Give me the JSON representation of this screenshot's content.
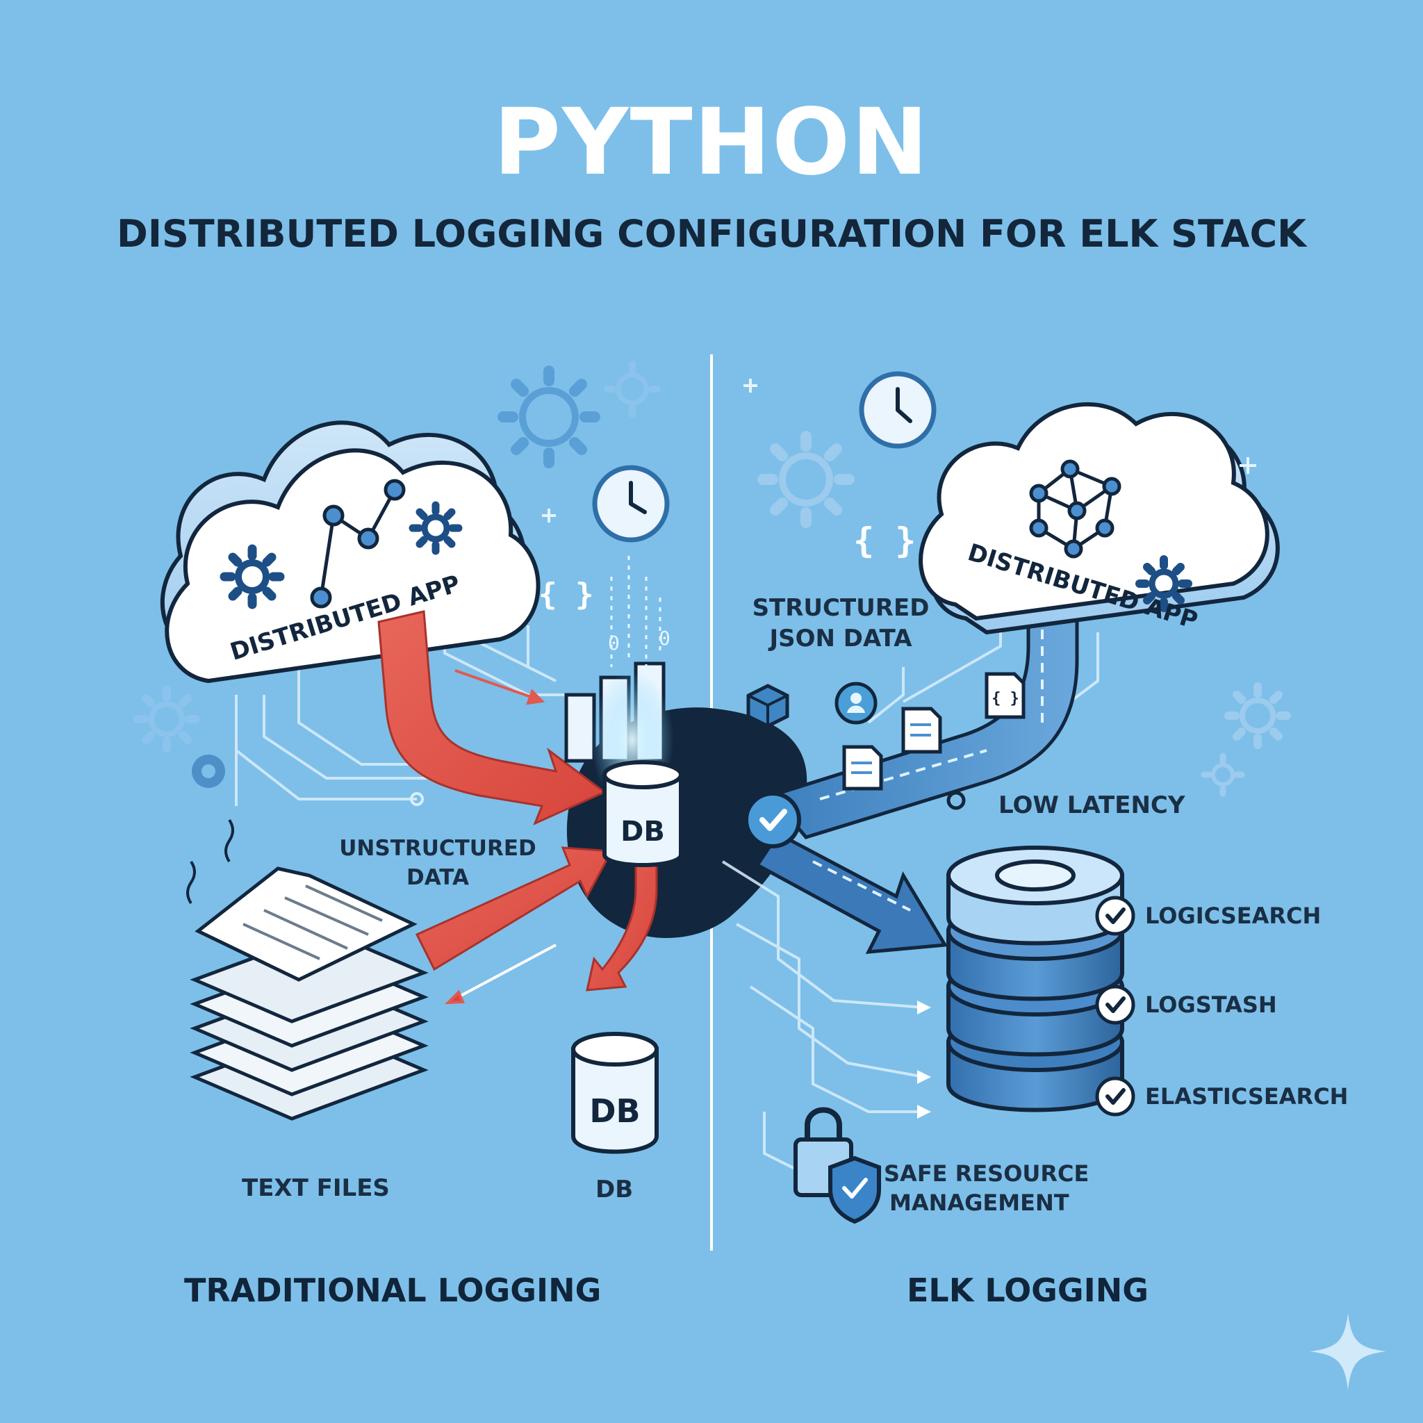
{
  "header": {
    "title": "PYTHON",
    "subtitle": "DISTRIBUTED LOGGING CONFIGURATION FOR ELK STACK"
  },
  "left": {
    "cloud_label": "DISTRIBUTED APP",
    "db_center_label": "DB",
    "db_bottom_label": "DB",
    "unstructured_label_line1": "UNSTRUCTURED",
    "unstructured_label_line2": "DATA",
    "text_files_label": "TEXT FILES",
    "db_caption": "DB",
    "binary_digits": [
      "0",
      "0"
    ],
    "braces": "{ }",
    "section_label": "TRADITIONAL LOGGING"
  },
  "right": {
    "cloud_label": "DISTRIBUTED APP",
    "structured_label_line1": "STRUCTURED",
    "structured_label_line2": "JSON DATA",
    "low_latency_label": "LOW LATENCY",
    "stack_items": [
      "LOGICSEARCH",
      "LOGSTASH",
      "ELASTICSEARCH"
    ],
    "safe_label_line1": "SAFE RESOURCE",
    "safe_label_line2": "MANAGEMENT",
    "braces": "{ }",
    "doc_braces": "{ }",
    "section_label": "ELK LOGGING"
  },
  "colors": {
    "background": "#7dbfe9",
    "accent_red": "#e05a4f",
    "accent_blue": "#2f6fa8",
    "dark_navy": "#12263d",
    "white": "#ffffff"
  },
  "icons": [
    "gear-icon",
    "clock-icon",
    "cloud-icon",
    "database-icon",
    "document-icon",
    "check-icon",
    "lock-icon",
    "shield-icon",
    "user-icon",
    "cube-icon",
    "sparkle-icon"
  ]
}
